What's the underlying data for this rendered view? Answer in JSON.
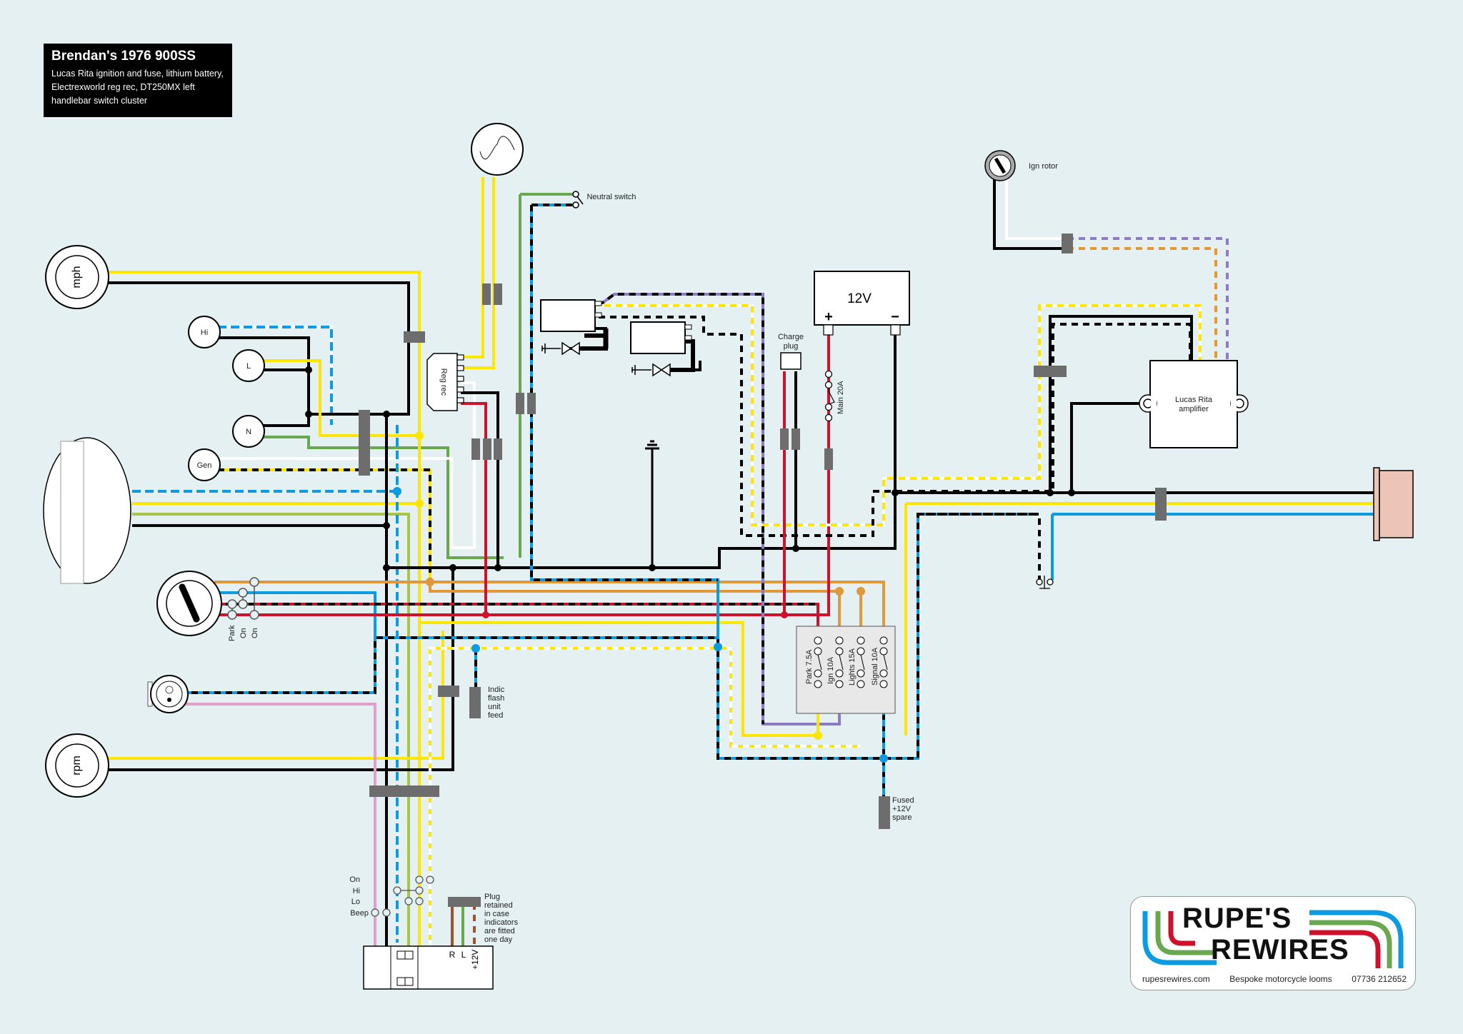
{
  "title": {
    "heading": "Brendan's 1976 900SS",
    "description": "Lucas Rita ignition and fuse, lithium battery, Electrexworld reg rec, DT250MX left handlebar switch cluster"
  },
  "components": {
    "speedo": "mph",
    "tacho": "rpm",
    "warning_hi": "Hi",
    "warning_l": "L",
    "warning_n": "N",
    "warning_gen": "Gen",
    "reg_rec": "Reg rec",
    "neutral_switch": "Neutral switch",
    "ign_rotor": "Ign rotor",
    "amplifier_line1": "Lucas Rita",
    "amplifier_line2": "amplifier",
    "battery_voltage": "12V",
    "battery_plus": "+",
    "battery_minus": "−",
    "charge_plug_line1": "Charge",
    "charge_plug_line2": "plug",
    "main_fuse": "Main 20A",
    "ign_switch_positions": [
      "Park",
      "On",
      "On"
    ],
    "indic_feed": [
      "Indic",
      "flash",
      "unit",
      "feed"
    ],
    "fused_spare": [
      "Fused",
      "+12V",
      "spare"
    ],
    "handlebar_positions": [
      "On",
      "Hi",
      "Lo",
      "Beep"
    ],
    "plug_note": [
      "Plug",
      "retained",
      "in case",
      "indicators",
      "are fitted",
      "one day"
    ],
    "plug_pins": [
      "R",
      "L",
      "+12V"
    ]
  },
  "fuses": [
    {
      "label": "Park 7.5A"
    },
    {
      "label": "Ign 10A"
    },
    {
      "label": "Lights 15A"
    },
    {
      "label": "Signal 10A"
    }
  ],
  "logo": {
    "line1": "RUPE'S",
    "line2": "REWIRES",
    "website": "rupesrewires.com",
    "tagline": "Bespoke motorcycle looms",
    "phone": "07736 212652"
  },
  "colors": {
    "background": "#e4f0f2",
    "yellow": "#ffe600",
    "black": "#000000",
    "blue": "#0b9be0",
    "green": "#6aa84f",
    "lightgreen": "#a9c44a",
    "red": "#d0112b",
    "orange": "#e0983a",
    "purple": "#8e7cc3",
    "pink": "#e39fcb",
    "brown": "#a0522d",
    "connector": "#6d6d6d",
    "taillight": "#ecc5b6"
  }
}
